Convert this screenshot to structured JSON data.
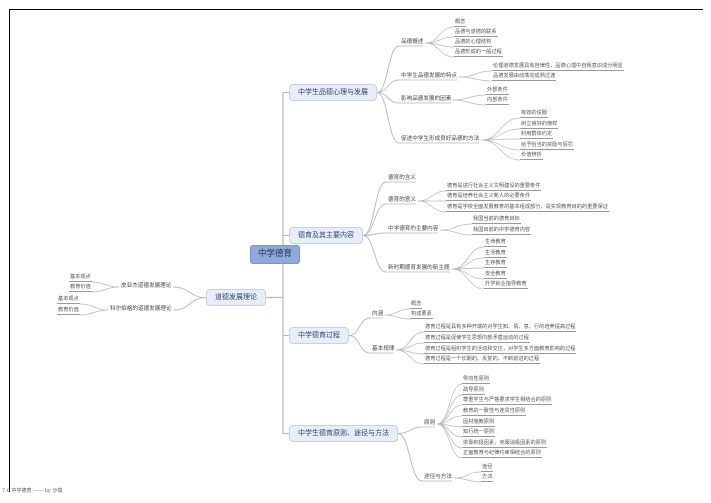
{
  "root": {
    "label": "中学德育"
  },
  "branches": [
    {
      "label": "中学生品德心理与发展",
      "children": [
        {
          "label": "品德概述",
          "leaves": [
            "概念",
            "品德与道德的联系",
            "品德的心理结构",
            "品德形成的一般过程"
          ]
        },
        {
          "label": "中学生品德发展的特点",
          "leaves": [
            "伦理道德发展具有自律性，品德心理中自我意识成分明显",
            "品德发展由动荡向成熟过渡"
          ]
        },
        {
          "label": "影响品德发展的因素",
          "leaves": [
            "外部条件",
            "内部条件"
          ]
        },
        {
          "label": "促进中学生形成良好品德的方法",
          "leaves": [
            "有效的说服",
            "树立良好的榜样",
            "利用群体约定",
            "给予恰当的奖励与惩罚",
            "价值辨析"
          ]
        }
      ]
    },
    {
      "label": "德育及其主要内容",
      "children": [
        {
          "label": "德育的含义",
          "leaves": []
        },
        {
          "label": "德育的意义",
          "leaves": [
            "德育是进行社会主义文明建设的重要条件",
            "德育是培养社会主义新人的必要条件",
            "德育是学校全面发展教育的基本组成部分，是实现教育目的的重要保证"
          ]
        },
        {
          "label": "中学德育的主要内容",
          "leaves": [
            "我国当前的德育目标",
            "我国目前的中学德育内容"
          ]
        },
        {
          "label": "新时期德育发展的新主题",
          "leaves": [
            "生命教育",
            "生活教育",
            "生存教育",
            "安全教育",
            "升学就业指导教育"
          ]
        }
      ]
    },
    {
      "label": "道德发展理论",
      "children": [
        {
          "label": "皮亚杰道德发展理论",
          "leaves": [
            "基本观点",
            "教育价值"
          ]
        },
        {
          "label": "科尔伯格的道德发展理论",
          "leaves": [
            "基本观点",
            "教育价值"
          ]
        }
      ]
    },
    {
      "label": "中学德育过程",
      "children": [
        {
          "label": "内涵",
          "leaves": [
            "概念",
            "构成要素"
          ]
        },
        {
          "label": "基本规律",
          "leaves": [
            "德育过程是具有多种开端的对学生知、情、意、行的培养提高过程",
            "德育过程是促使学生思想内部矛盾运动的过程",
            "德育过程是组织学生的活动和交往，对学生多方面教育影响的过程",
            "德育过程是一个长期的、反复的、不断前进的过程"
          ]
        }
      ]
    },
    {
      "label": "中学生德育原则、途径与方法",
      "children": [
        {
          "label": "原则",
          "leaves": [
            "导向性原则",
            "疏导原则",
            "尊重学生与严格要求学生相结合的原则",
            "教育的一致性与连贯性原则",
            "因材施教原则",
            "知行统一原则",
            "依靠积极因素，克服消极因素的原则",
            "正面教育与纪律约束相结合的原则"
          ]
        },
        {
          "label": "途径与方法",
          "leaves": [
            "途径",
            "方法"
          ]
        }
      ]
    }
  ],
  "footer": {
    "text": "7.0 中学德育 —— by 沙琪"
  },
  "colors": {
    "root_fill": "#8fa9d8",
    "main_fill": "#e8edf7",
    "line": "#b8b8b8"
  }
}
